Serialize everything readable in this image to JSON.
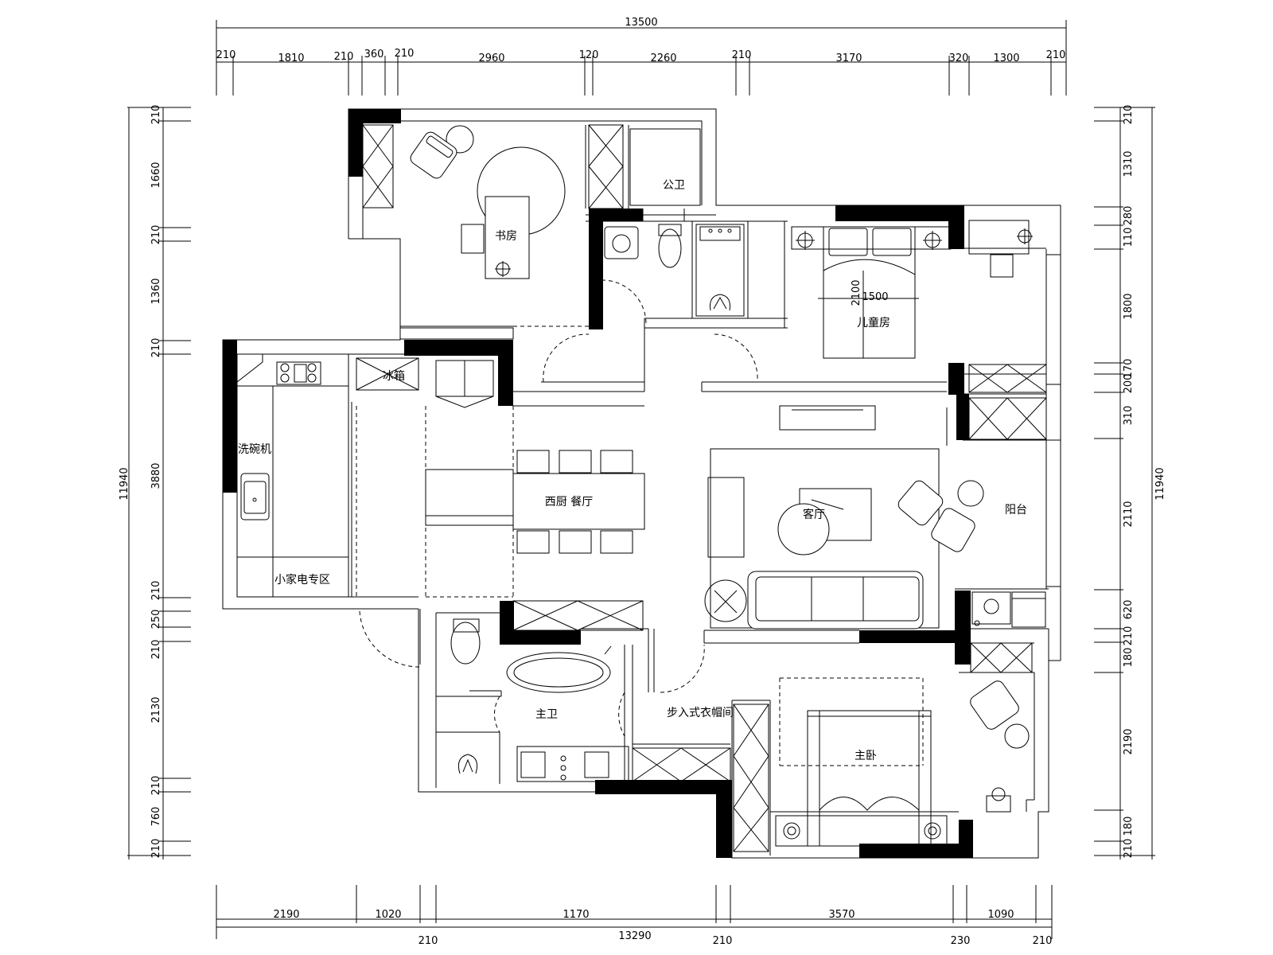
{
  "dimensions": {
    "top_total": "13500",
    "top_segments": [
      "210",
      "1810",
      "210",
      "360",
      "210",
      "2960",
      "120",
      "2260",
      "210",
      "3170",
      "320",
      "1300",
      "210"
    ],
    "bottom_total": "13290",
    "bottom_upper": [
      "2190",
      "1020",
      "1170",
      "3570",
      "1090"
    ],
    "bottom_lower": [
      "210",
      "210",
      "230",
      "210"
    ],
    "left_total": "11940",
    "left_segments": [
      "210",
      "1660",
      "210",
      "1360",
      "210",
      "3880",
      "210",
      "250",
      "210",
      "2130",
      "210",
      "760",
      "210"
    ],
    "right_total": "11940",
    "right_segments": [
      "210",
      "1310",
      "280",
      "110",
      "1800",
      "170",
      "200",
      "310",
      "2110",
      "620",
      "210",
      "180",
      "2190",
      "180",
      "210"
    ]
  },
  "rooms": {
    "study": "书房",
    "public_bath": "公卫",
    "kids_room": "儿童房",
    "bed_width": "1500",
    "bed_length": "2100",
    "fridge": "冰箱",
    "dishwasher": "洗碗机",
    "appliance_area": "小家电专区",
    "kitchen_dining": "西厨 餐厅",
    "living_room": "客厅",
    "balcony": "阳台",
    "master_bath": "主卫",
    "walk_in_closet": "步入式衣帽间",
    "master_bedroom": "主卧"
  },
  "colors": {
    "ink": "#000000",
    "paper": "#ffffff"
  }
}
